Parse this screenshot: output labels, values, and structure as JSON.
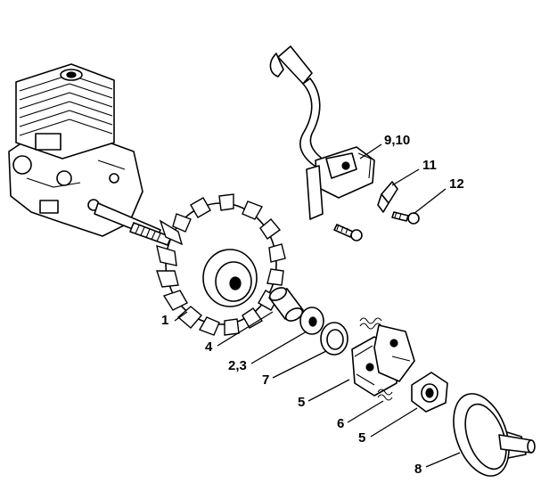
{
  "callouts": [
    {
      "id": "c1",
      "label": "1"
    },
    {
      "id": "c4",
      "label": "4"
    },
    {
      "id": "c23",
      "label": "2,3"
    },
    {
      "id": "c7",
      "label": "7"
    },
    {
      "id": "c5a",
      "label": "5"
    },
    {
      "id": "c6",
      "label": "6"
    },
    {
      "id": "c5b",
      "label": "5"
    },
    {
      "id": "c8",
      "label": "8"
    },
    {
      "id": "c910",
      "label": "9,10"
    },
    {
      "id": "c11",
      "label": "11"
    },
    {
      "id": "c12",
      "label": "12"
    }
  ],
  "colors": {
    "ink": "#000000",
    "paper": "#ffffff"
  }
}
